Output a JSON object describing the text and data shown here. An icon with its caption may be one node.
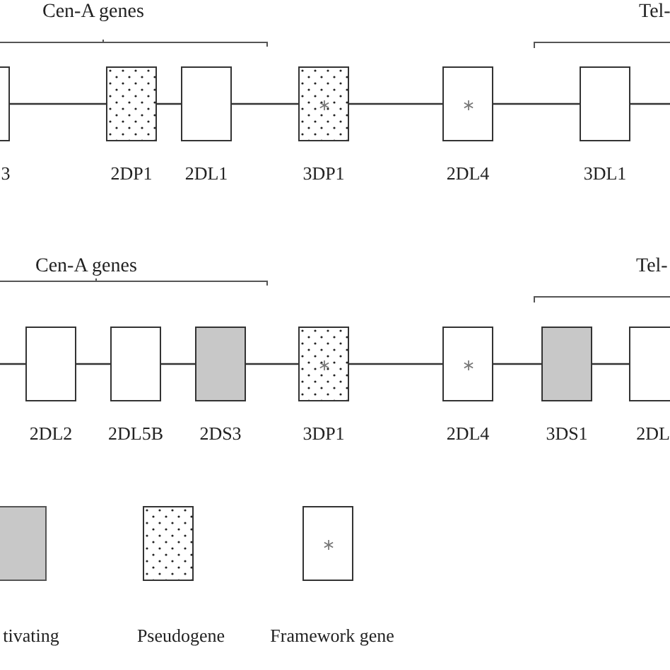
{
  "diagram": {
    "nodes": [
      {
        "text": [
          "3"
        ]
      },
      {
        "text": [
          "2DP1"
        ]
      },
      {
        "text": [
          "2DL1"
        ]
      },
      {
        "text": [
          "3DP1"
        ]
      },
      {
        "text": [
          "2DL4"
        ]
      },
      {
        "text": [
          "3DL1"
        ]
      },
      {
        "text": [
          "2DL2"
        ]
      },
      {
        "text": [
          "2DL5B"
        ]
      },
      {
        "text": [
          "2DS3"
        ]
      },
      {
        "text": [
          "3DP1"
        ]
      },
      {
        "text": [
          "2DL4"
        ]
      },
      {
        "text": [
          "3DS1"
        ]
      },
      {
        "text": [
          "2DL"
        ]
      }
    ],
    "edges": [
      {
        "from": 0,
        "to": 1,
        "arrow": "none"
      },
      {
        "from": 1,
        "to": 2,
        "arrow": "none"
      },
      {
        "from": 2,
        "to": 3,
        "arrow": "none"
      },
      {
        "from": 3,
        "to": 4,
        "arrow": "none"
      },
      {
        "from": 4,
        "to": 5,
        "arrow": "none"
      },
      {
        "from": 5,
        "to": null,
        "arrow": "none"
      },
      {
        "from": null,
        "to": 6,
        "arrow": "none"
      },
      {
        "from": 6,
        "to": 7,
        "arrow": "none"
      },
      {
        "from": 7,
        "to": 8,
        "arrow": "none"
      },
      {
        "from": 8,
        "to": 9,
        "arrow": "none"
      },
      {
        "from": 9,
        "to": 10,
        "arrow": "none"
      },
      {
        "from": 10,
        "to": 11,
        "arrow": "none"
      },
      {
        "from": 11,
        "to": 12,
        "arrow": "none"
      }
    ],
    "labels": [
      "Cen-A genes",
      "Tel-",
      "Cen-A genes",
      "Tel-"
    ],
    "legend": [
      {
        "text": "tivating",
        "color": "#c8c8c8"
      },
      {
        "text": "Pseudogene"
      },
      {
        "text": "Framework gene"
      }
    ]
  }
}
